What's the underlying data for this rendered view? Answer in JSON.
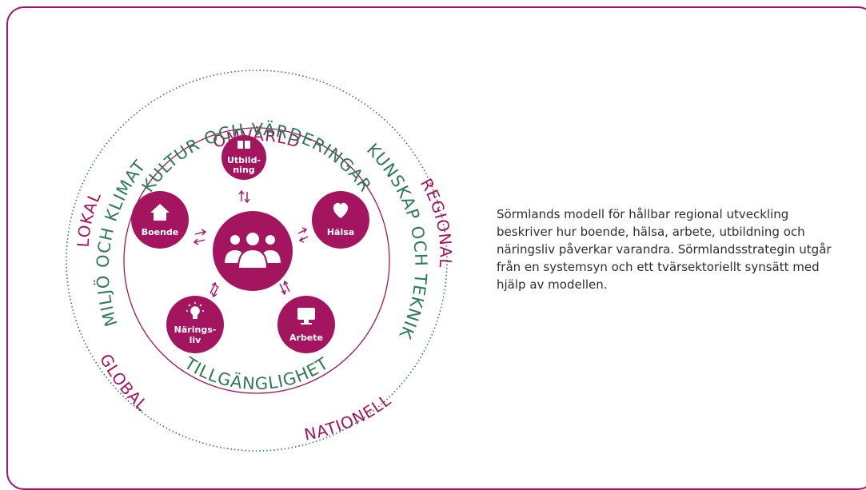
{
  "colors": {
    "brand": "#a3165f",
    "ring_green": "#2f7a52",
    "text": "#2d2d2d"
  },
  "outer_labels": {
    "top": "OMVÄRLD",
    "left": "LOKAL",
    "right": "REGIONAL",
    "bottom_left": "GLOBAL",
    "bottom_right": "NATIONELL"
  },
  "inner_labels": {
    "top": "KULTUR OCH VÄRDERINGAR",
    "right": "KUNSKAP OCH TEKNIK",
    "bottom": "TILLGÄNGLIGHET",
    "left": "MILJÖ OCH KLIMAT"
  },
  "nodes": {
    "utbildning": {
      "line1": "Utbild-",
      "line2": "ning",
      "icon": "book-icon"
    },
    "halsa": {
      "label": "Hälsa",
      "icon": "heart-icon"
    },
    "arbete": {
      "label": "Arbete",
      "icon": "monitor-icon"
    },
    "naringsliv": {
      "line1": "Närings-",
      "line2": "liv",
      "icon": "lightbulb-icon"
    },
    "boende": {
      "label": "Boende",
      "icon": "house-icon"
    },
    "center": {
      "icon": "people-group-icon"
    }
  },
  "description": "Sörmlands modell för hållbar regional utveckling beskriver hur boende, hälsa, arbete, utbildning och näringsliv påverkar varandra. Sörmlandsstrategin utgår från en systemsyn och ett tvärsektoriellt synsätt med hjälp av modellen."
}
